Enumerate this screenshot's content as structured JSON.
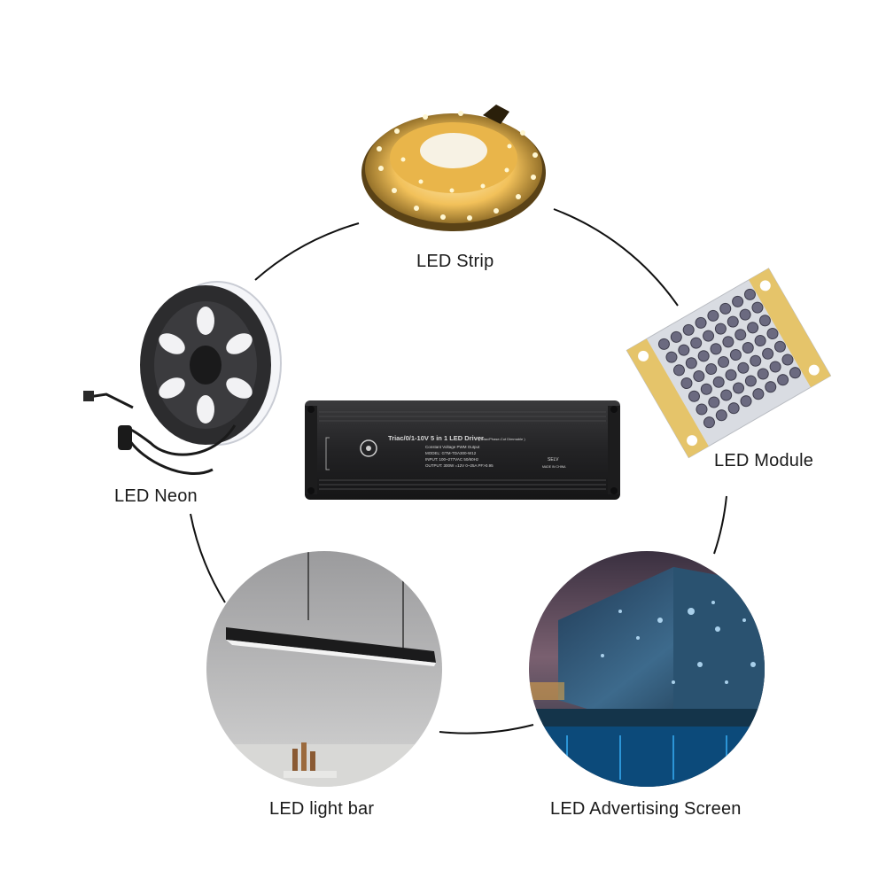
{
  "diagram": {
    "center_product": {
      "title_line": "Triac/0/1-10V 5 in 1 LED Driver",
      "title_suffix": "( Triac/Phase-Cut Dimmable )",
      "line1": "Constant Voltage   PWM Output",
      "line2": "MODEL: GTM-TDA300-W12",
      "line3": "INPUT: 100~277VAC   50/60Hz",
      "line4": "OUTPUT: 300W  =12V  0~25A   PF>0.95",
      "selv_mark": "SELV",
      "made_in": "MADE IN CHINA"
    },
    "applications": [
      {
        "label": "LED Strip"
      },
      {
        "label": "LED Module"
      },
      {
        "label": "LED Neon"
      },
      {
        "label": "LED light bar"
      },
      {
        "label": "LED Advertising Screen"
      }
    ]
  },
  "colors": {
    "background": "#ffffff",
    "connector_line": "#111111",
    "driver_body": "#2b2b2d",
    "label_text": "#1a1a1a"
  }
}
